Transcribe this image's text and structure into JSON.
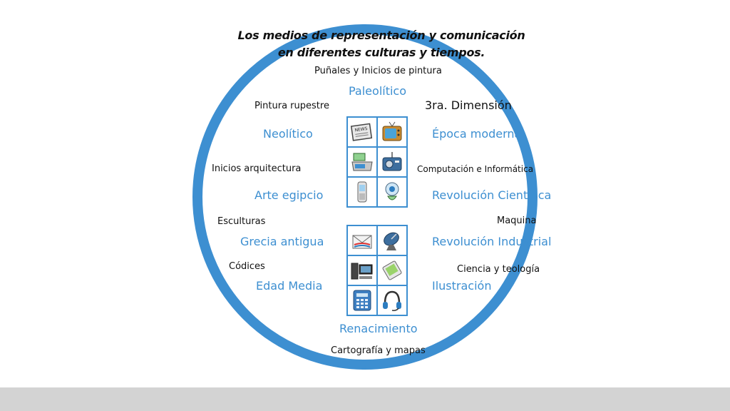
{
  "title": {
    "line1": "Los medios de representación y comunicación",
    "line2": "en diferentes culturas y tiempos."
  },
  "labels": {
    "punales": "Puñales y Inicios de pintura",
    "pintura_rupestre": "Pintura rupestre",
    "tercera_dimension": "3ra. Dimensión",
    "inicios_arquitectura": "Inicios arquitectura",
    "computacion": "Computación e Informática",
    "esculturas": "Esculturas",
    "maquina": "Maquina",
    "codices": "Códices",
    "ciencia_teologia": "Ciencia y teología",
    "cartografia": "Cartografía y mapas"
  },
  "eras": {
    "paleolitico": "Paleolítico",
    "neolitico": "Neolítico",
    "epoca_moderna": "Época moderna",
    "arte_egipcio": "Arte egipcio",
    "revolucion_cientifica": "Revolución Científica",
    "grecia_antigua": "Grecia antigua",
    "revolucion_industrial": "Revolución Industrial",
    "edad_media": "Edad Media",
    "ilustracion": "Ilustración",
    "renacimiento": "Renacimiento"
  },
  "newspaper_masthead": "NEWS",
  "colors": {
    "accent": "#3d8fd1",
    "ring": "#3d8fd1",
    "sunburst": "#f7a21b"
  }
}
